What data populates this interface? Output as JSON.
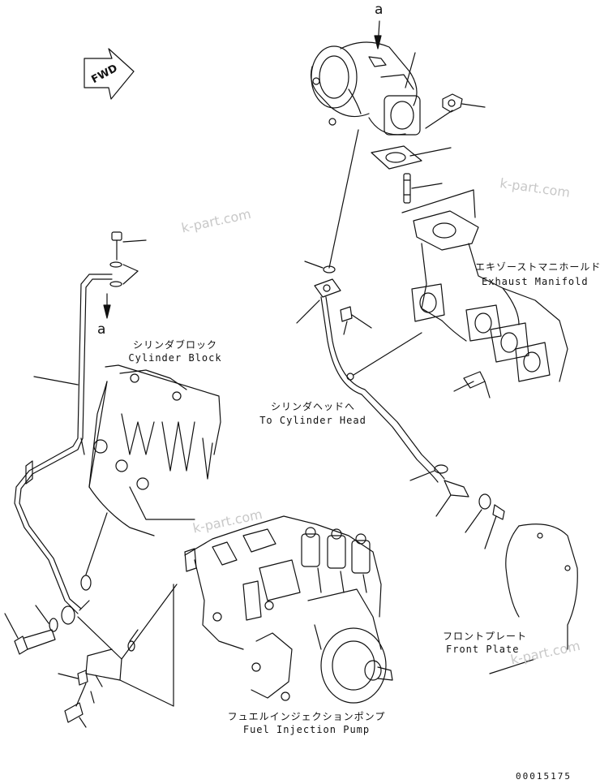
{
  "labels": {
    "cylinder_block_jp": "シリンダブロック",
    "cylinder_block_en": "Cylinder Block",
    "exhaust_manifold_jp": "エキゾーストマニホールド",
    "exhaust_manifold_en": "Exhaust Manifold",
    "cylinder_head_jp": "シリンダヘッドへ",
    "cylinder_head_en": "To Cylinder Head",
    "front_plate_jp": "フロントプレート",
    "front_plate_en": "Front Plate",
    "fuel_pump_jp": "フュエルインジェクションポンプ",
    "fuel_pump_en": "Fuel Injection Pump"
  },
  "refs": {
    "top": "a",
    "left": "a"
  },
  "fwd": "FWD",
  "drawing_code": "00015175",
  "watermark": "k-part.com"
}
